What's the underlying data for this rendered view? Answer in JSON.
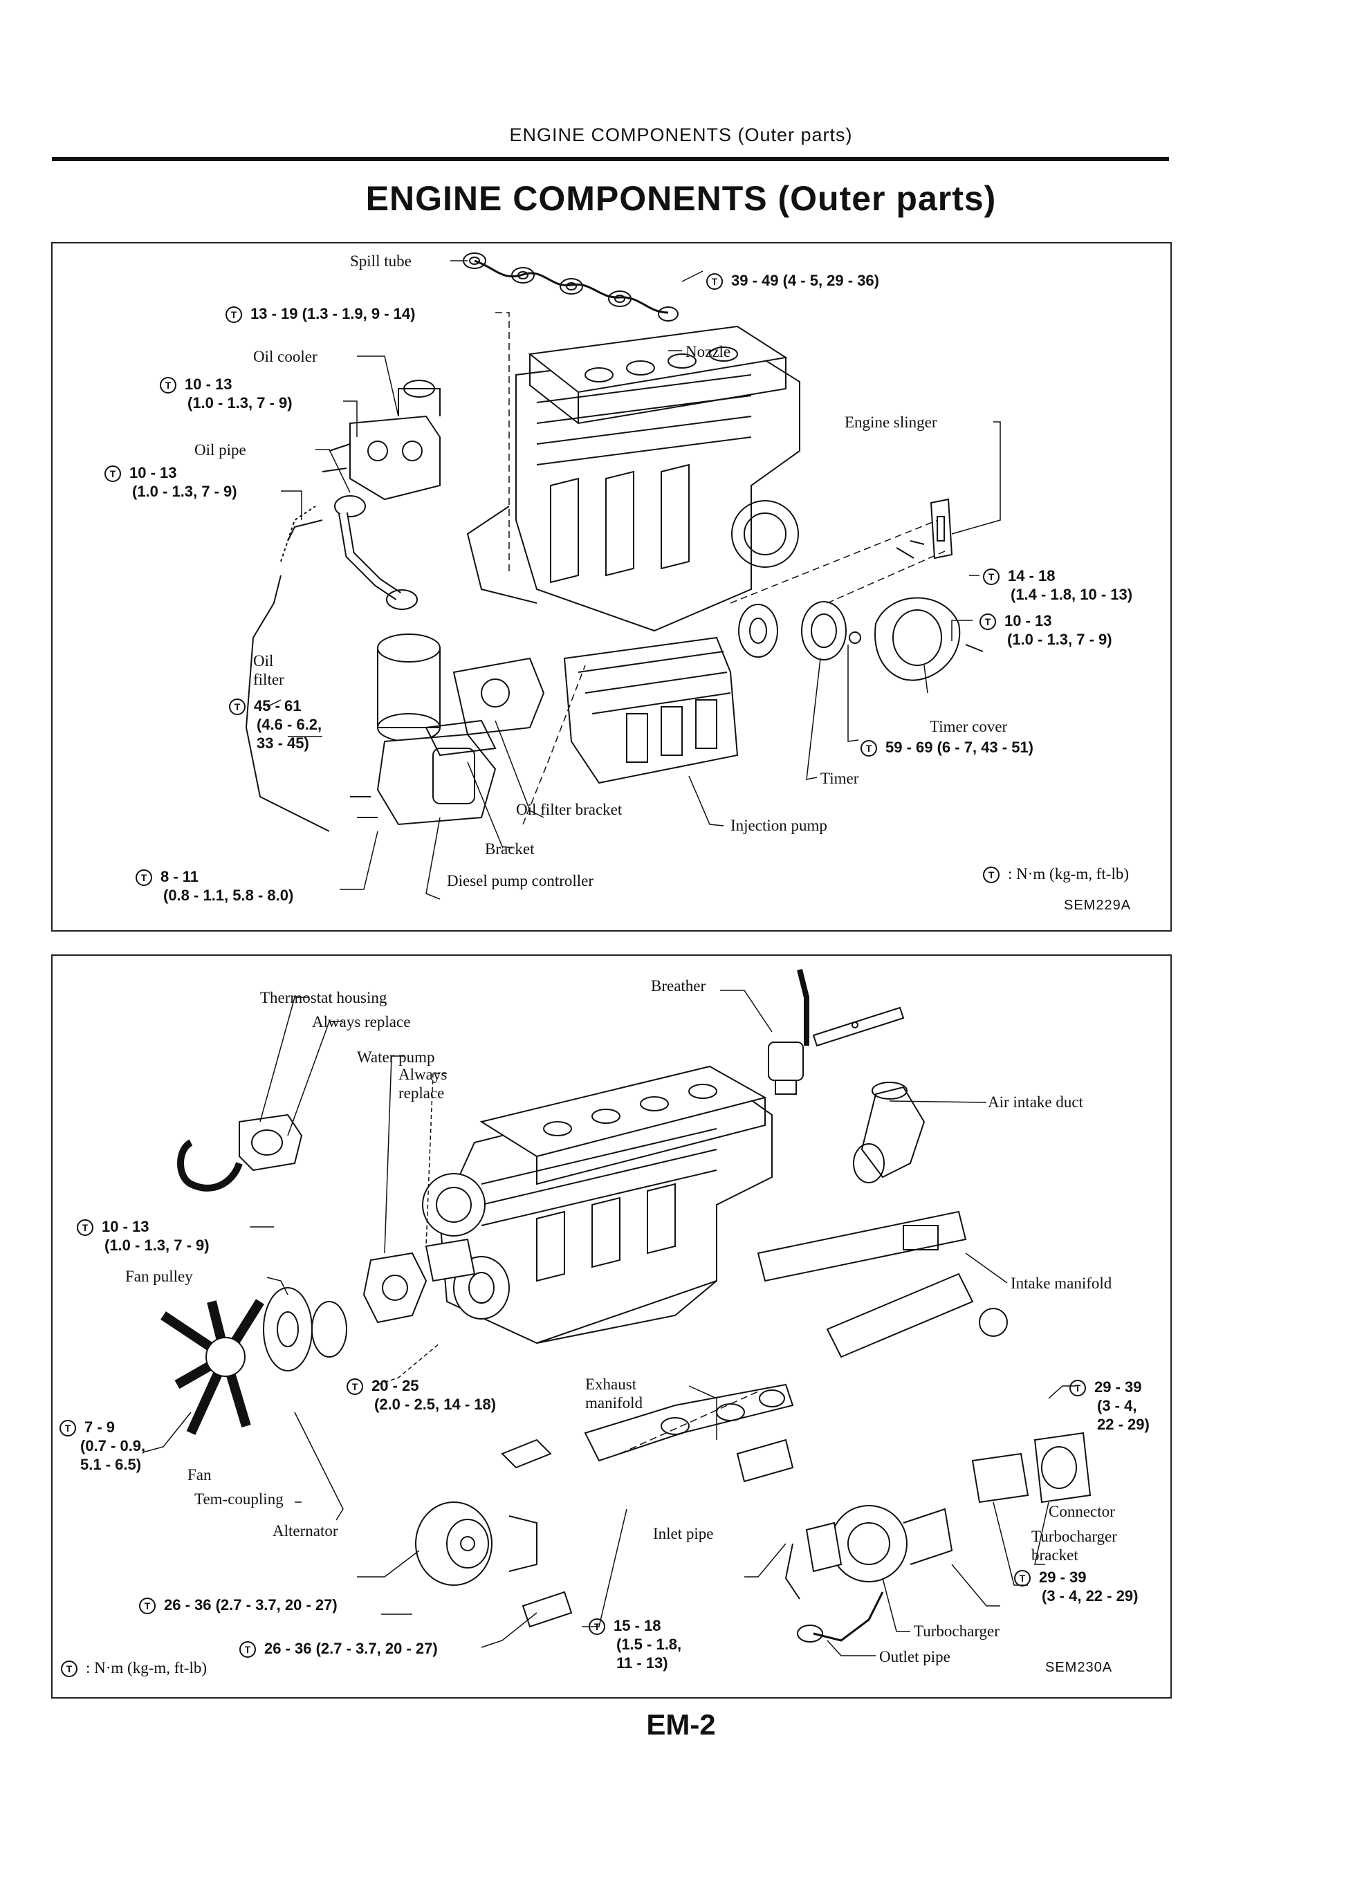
{
  "running_head": "ENGINE COMPONENTS (Outer parts)",
  "page_title": "ENGINE COMPONENTS (Outer parts)",
  "page_number": "EM-2",
  "torque_symbol": "T",
  "diagrams": [
    {
      "code": "SEM229A",
      "legend": ": N·m (kg-m, ft-lb)",
      "labels": {
        "spill_tube": "Spill tube",
        "torque_top": "39 - 49 (4 - 5, 29 - 36)",
        "torque_upper_left": "13 - 19 (1.3 - 1.9, 9 - 14)",
        "nozzle": "Nozzle",
        "oil_cooler": "Oil cooler",
        "torque_oil_cooler": [
          "10 - 13",
          "(1.0 - 1.3, 7 - 9)"
        ],
        "engine_slinger": "Engine slinger",
        "oil_pipe": "Oil pipe",
        "torque_oil_pipe": [
          "10 - 13",
          "(1.0 - 1.3, 7 - 9)"
        ],
        "torque_slinger": [
          "14 - 18",
          "(1.4 - 1.8, 10 - 13)"
        ],
        "torque_timer_cover": [
          "10 - 13",
          "(1.0 - 1.3, 7 - 9)"
        ],
        "oil_filter": [
          "Oil",
          "filter"
        ],
        "torque_oil_filter": [
          "45 - 61",
          "(4.6 - 6.2,",
          "33 - 45)"
        ],
        "timer_cover": "Timer cover",
        "torque_timer": "59 - 69 (6 - 7, 43 - 51)",
        "timer": "Timer",
        "oil_filter_bracket": "Oil filter bracket",
        "injection_pump": "Injection pump",
        "bracket": "Bracket",
        "torque_controller": [
          "8 - 11",
          "(0.8 - 1.1, 5.8 - 8.0)"
        ],
        "diesel_pump_controller": "Diesel pump controller"
      }
    },
    {
      "code": "SEM230A",
      "legend": ": N·m (kg-m, ft-lb)",
      "labels": {
        "breather": "Breather",
        "thermostat_housing": "Thermostat housing",
        "always_replace_1": "Always replace",
        "water_pump": "Water pump",
        "always_replace_2": [
          "Always",
          "replace"
        ],
        "air_intake_duct": "Air intake duct",
        "torque_water_pump": [
          "10 - 13",
          "(1.0 - 1.3, 7 - 9)"
        ],
        "fan_pulley": "Fan pulley",
        "intake_manifold": "Intake manifold",
        "torque_pulley": [
          "20 - 25",
          "(2.0 - 2.5, 14 - 18)"
        ],
        "exhaust_manifold": [
          "Exhaust",
          "manifold"
        ],
        "torque_connector": [
          "29 - 39",
          "(3 - 4,",
          "22 - 29)"
        ],
        "torque_fan": [
          "7 - 9",
          "(0.7 - 0.9,",
          "5.1 - 6.5)"
        ],
        "fan": "Fan",
        "tem_coupling": "Tem-coupling",
        "connector": "Connector",
        "alternator": "Alternator",
        "inlet_pipe": "Inlet pipe",
        "turbocharger_bracket": [
          "Turbocharger",
          "bracket"
        ],
        "torque_turbo_bracket": [
          "29 - 39",
          "(3 - 4, 22 - 29)"
        ],
        "torque_alternator_1": "26 - 36 (2.7 - 3.7, 20 - 27)",
        "torque_exhaust": [
          "15 - 18",
          "(1.5 - 1.8,",
          "11 - 13)"
        ],
        "turbocharger": "Turbocharger",
        "torque_alternator_2": "26 - 36 (2.7 - 3.7, 20 - 27)",
        "outlet_pipe": "Outlet pipe"
      }
    }
  ]
}
